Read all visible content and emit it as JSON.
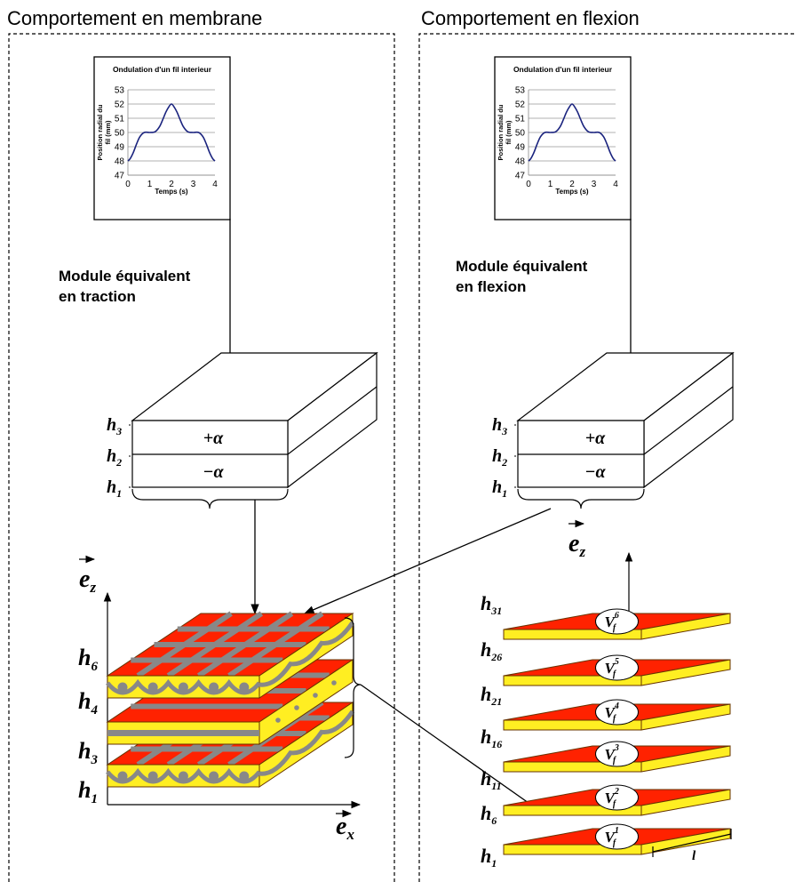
{
  "headers": {
    "left": "Comportement en membrane",
    "right": "Comportement en flexion"
  },
  "chart_data": [
    {
      "type": "line",
      "title": "Ondulation d'un fil interieur",
      "xlabel": "Temps (s)",
      "ylabel": "Position radial du fil (mm)",
      "xlim": [
        0,
        4
      ],
      "ylim": [
        47,
        53
      ],
      "x_ticks": [
        "0",
        "1",
        "2",
        "3",
        "4"
      ],
      "y_ticks": [
        "47",
        "48",
        "49",
        "50",
        "51",
        "52",
        "53"
      ],
      "grid": true,
      "series": [
        {
          "x": [
            0,
            0.1,
            0.25,
            0.4,
            0.55,
            0.75,
            1.0,
            1.25,
            1.45,
            1.6,
            1.75,
            1.9,
            2.0,
            2.1,
            2.25,
            2.4,
            2.55,
            2.75,
            3.0,
            3.25,
            3.45,
            3.6,
            3.75,
            3.9,
            4.0
          ],
          "y": [
            48,
            48.15,
            48.6,
            49.2,
            49.7,
            50,
            50,
            50.05,
            50.4,
            50.9,
            51.45,
            51.85,
            52,
            51.85,
            51.45,
            50.9,
            50.4,
            50.05,
            50,
            50,
            49.7,
            49.2,
            48.6,
            48.15,
            48
          ]
        }
      ]
    },
    {
      "type": "line",
      "title": "Ondulation d'un fil interieur",
      "xlabel": "Temps (s)",
      "ylabel": "Position radial du fil (mm)",
      "xlim": [
        0,
        4
      ],
      "ylim": [
        47,
        53
      ],
      "x_ticks": [
        "0",
        "1",
        "2",
        "3",
        "4"
      ],
      "y_ticks": [
        "47",
        "48",
        "49",
        "50",
        "51",
        "52",
        "53"
      ],
      "grid": true,
      "series": [
        {
          "x": [
            0,
            0.1,
            0.25,
            0.4,
            0.55,
            0.75,
            1.0,
            1.25,
            1.45,
            1.6,
            1.75,
            1.9,
            2.0,
            2.1,
            2.25,
            2.4,
            2.55,
            2.75,
            3.0,
            3.25,
            3.45,
            3.6,
            3.75,
            3.9,
            4.0
          ],
          "y": [
            48,
            48.15,
            48.6,
            49.2,
            49.7,
            50,
            50,
            50.05,
            50.4,
            50.9,
            51.45,
            51.85,
            52,
            51.85,
            51.45,
            50.9,
            50.4,
            50.05,
            50,
            50,
            49.7,
            49.2,
            48.6,
            48.15,
            48
          ]
        }
      ]
    }
  ],
  "labels": {
    "module_traction_l1": "Module équivalent",
    "module_traction_l2": "en traction",
    "module_flexion_l1": "Module équivalent",
    "module_flexion_l2": "en flexion",
    "plus_alpha": "+α",
    "minus_alpha": "−α"
  },
  "laminate_levels": {
    "h": "h",
    "subs": [
      "3",
      "2",
      "1"
    ]
  },
  "membrane_axes": {
    "ez_base": "e",
    "ez_sub": "z",
    "ex_base": "e",
    "ex_sub": "x"
  },
  "membrane_levels": {
    "h": "h",
    "subs": [
      "6",
      "4",
      "3",
      "1"
    ]
  },
  "flexion_axis": {
    "ez_base": "e",
    "ez_sub": "z"
  },
  "flexion_levels": {
    "h": "h",
    "subs": [
      "31",
      "26",
      "21",
      "16",
      "11",
      "6",
      "1"
    ]
  },
  "flexion_plates": {
    "v": "V",
    "f": "f",
    "sups": [
      "6",
      "5",
      "4",
      "3",
      "2",
      "1"
    ]
  },
  "length_label": "l",
  "colors": {
    "plate_top": "#ff2200",
    "plate_side": "#ffee22",
    "yarn": "#888888",
    "curve": "#1a237e"
  }
}
